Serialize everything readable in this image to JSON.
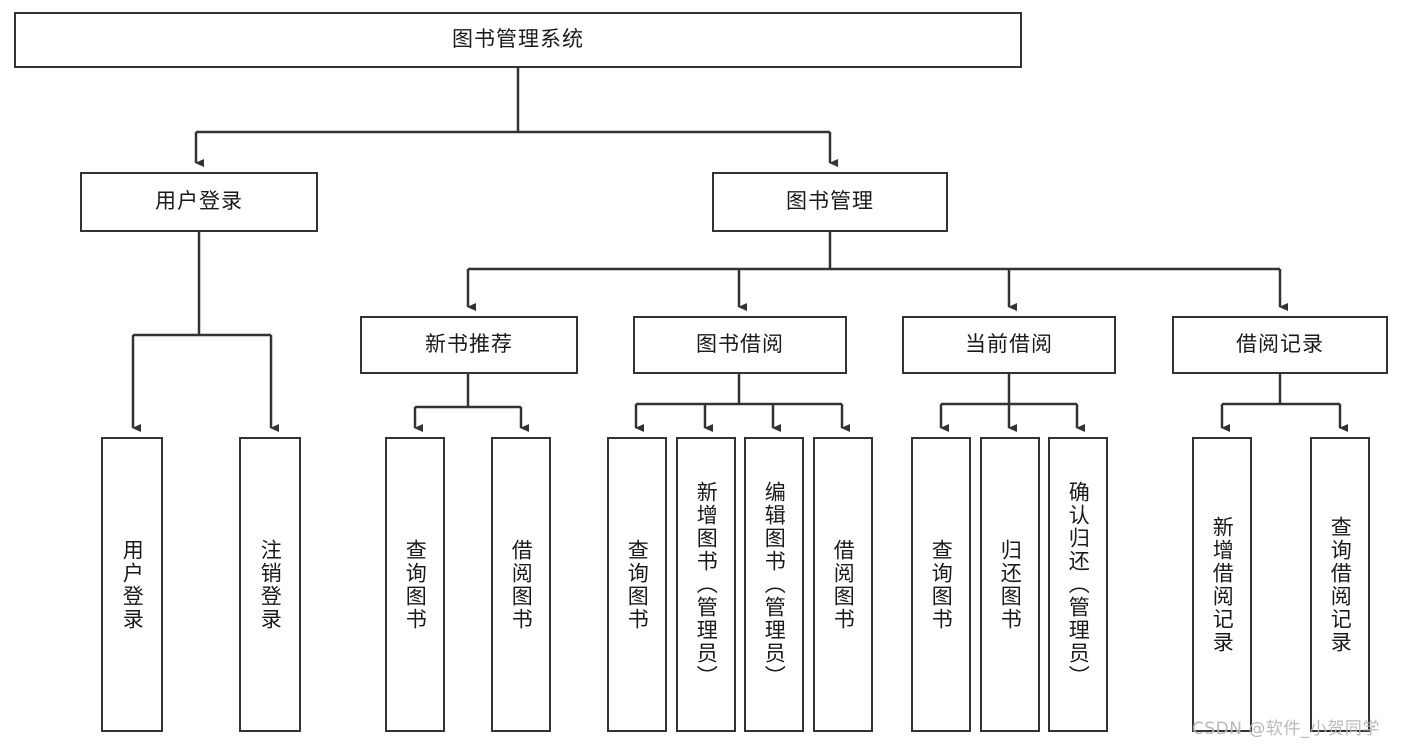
{
  "diagram": {
    "type": "tree",
    "title": "图书管理系统",
    "watermark": "CSDN @软件_小贺同学",
    "colors": {
      "box_border": "#333333",
      "box_fill": "#ffffff",
      "connector": "#333333",
      "text": "#1a1a1a",
      "watermark": "#b9b9b9",
      "background": "#ffffff"
    },
    "levels": {
      "root": "图书管理系统",
      "level2": [
        "用户登录",
        "图书管理"
      ],
      "level3": [
        "新书推荐",
        "图书借阅",
        "当前借阅",
        "借阅记录"
      ]
    },
    "nodes": {
      "root": {
        "label": "图书管理系统"
      },
      "user_login": {
        "label": "用户登录"
      },
      "book_manage": {
        "label": "图书管理"
      },
      "new_book_rec": {
        "label": "新书推荐"
      },
      "book_borrow": {
        "label": "图书借阅"
      },
      "current_borrow": {
        "label": "当前借阅"
      },
      "borrow_record": {
        "label": "借阅记录"
      },
      "leaf_user_login": {
        "label": "用户登录"
      },
      "leaf_user_logout": {
        "label": "注销登录"
      },
      "leaf_rec_query": {
        "label": "查询图书"
      },
      "leaf_rec_borrow": {
        "label": "借阅图书"
      },
      "leaf_borrow_query": {
        "label": "查询图书"
      },
      "leaf_borrow_add": {
        "label": "新增图书（管理员）"
      },
      "leaf_borrow_edit": {
        "label": "编辑图书（管理员）"
      },
      "leaf_borrow_do": {
        "label": "借阅图书"
      },
      "leaf_cur_query": {
        "label": "查询图书"
      },
      "leaf_cur_return": {
        "label": "归还图书"
      },
      "leaf_cur_confirm": {
        "label": "确认归还（管理员）"
      },
      "leaf_rec_add": {
        "label": "新增借阅记录"
      },
      "leaf_rec_search": {
        "label": "查询借阅记录"
      }
    },
    "edges": [
      {
        "from": "root",
        "to": "user_login"
      },
      {
        "from": "root",
        "to": "book_manage"
      },
      {
        "from": "user_login",
        "to": "leaf_user_login"
      },
      {
        "from": "user_login",
        "to": "leaf_user_logout"
      },
      {
        "from": "book_manage",
        "to": "new_book_rec"
      },
      {
        "from": "book_manage",
        "to": "book_borrow"
      },
      {
        "from": "book_manage",
        "to": "current_borrow"
      },
      {
        "from": "book_manage",
        "to": "borrow_record"
      },
      {
        "from": "new_book_rec",
        "to": "leaf_rec_query"
      },
      {
        "from": "new_book_rec",
        "to": "leaf_rec_borrow"
      },
      {
        "from": "book_borrow",
        "to": "leaf_borrow_query"
      },
      {
        "from": "book_borrow",
        "to": "leaf_borrow_add"
      },
      {
        "from": "book_borrow",
        "to": "leaf_borrow_edit"
      },
      {
        "from": "book_borrow",
        "to": "leaf_borrow_do"
      },
      {
        "from": "current_borrow",
        "to": "leaf_cur_query"
      },
      {
        "from": "current_borrow",
        "to": "leaf_cur_return"
      },
      {
        "from": "current_borrow",
        "to": "leaf_cur_confirm"
      },
      {
        "from": "borrow_record",
        "to": "leaf_rec_add"
      },
      {
        "from": "borrow_record",
        "to": "leaf_rec_search"
      }
    ]
  }
}
